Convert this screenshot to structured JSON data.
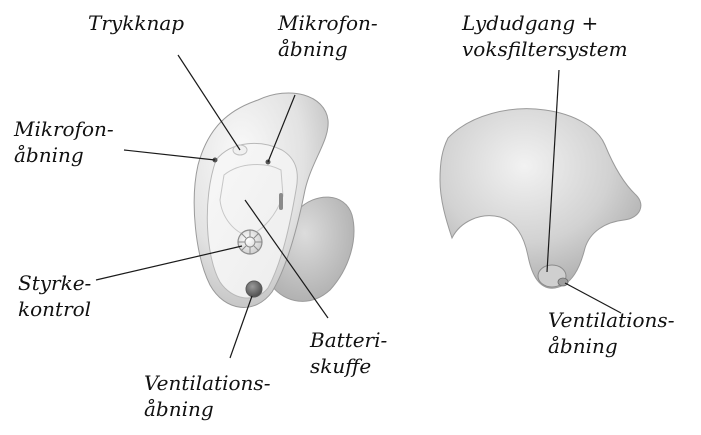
{
  "labels": {
    "trykknap": "Trykknap",
    "mikrofon_top_1": "Mikrofon-",
    "mikrofon_top_2": "åbning",
    "mikrofon_left_1": "Mikrofon-",
    "mikrofon_left_2": "åbning",
    "styrke_1": "Styrke-",
    "styrke_2": "kontrol",
    "ventilation_left_1": "Ventilations-",
    "ventilation_left_2": "åbning",
    "batteri_1": "Batteri-",
    "batteri_2": "skuffe",
    "lydudgang_1": "Lydudgang +",
    "lydudgang_2": "voksfiltersystem",
    "ventilation_right_1": "Ventilations-",
    "ventilation_right_2": "åbning"
  }
}
